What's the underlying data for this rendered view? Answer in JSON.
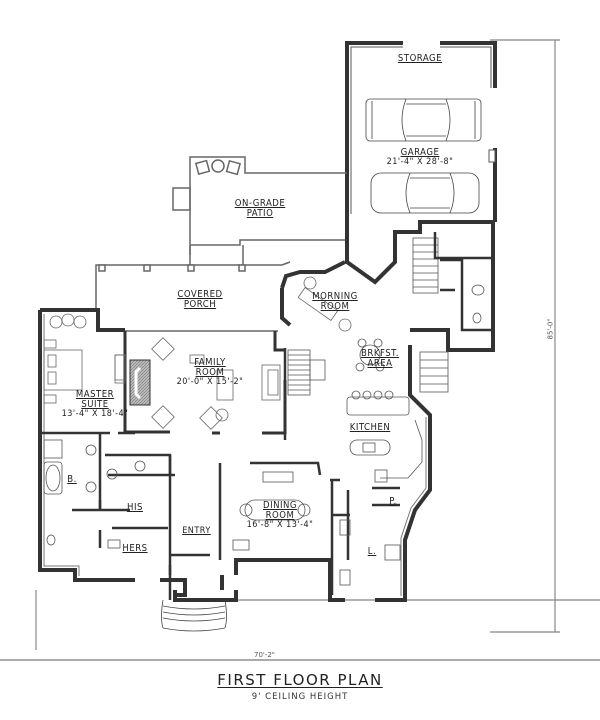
{
  "plan": {
    "title": "FIRST FLOOR PLAN",
    "subtitle": "9' CEILING HEIGHT",
    "overall_width": "70'-2\"",
    "overall_depth": "85'-0\""
  },
  "rooms": {
    "storage": {
      "name": "STORAGE"
    },
    "garage": {
      "name": "GARAGE",
      "dimensions": "21'-4\" X 28'-8\""
    },
    "patio": {
      "name_line1": "ON-GRADE",
      "name_line2": "PATIO"
    },
    "porch": {
      "name_line1": "COVERED",
      "name_line2": "PORCH"
    },
    "morning": {
      "name_line1": "MORNING",
      "name_line2": "ROOM"
    },
    "family": {
      "name_line1": "FAMILY",
      "name_line2": "ROOM",
      "dimensions": "20'-0\" X 15'-2\""
    },
    "master": {
      "name_line1": "MASTER",
      "name_line2": "SUITE",
      "dimensions": "13'-4\" X 18'-4\""
    },
    "brkfst": {
      "name_line1": "BRKFST.",
      "name_line2": "AREA"
    },
    "kitchen": {
      "name": "KITCHEN"
    },
    "bath": {
      "name": "B."
    },
    "his": {
      "name": "HIS"
    },
    "hers": {
      "name": "HERS"
    },
    "entry": {
      "name": "ENTRY"
    },
    "dining": {
      "name_line1": "DINING",
      "name_line2": "ROOM",
      "dimensions": "16'-8\" X 13'-4\""
    },
    "pantry": {
      "name": "P."
    },
    "laundry": {
      "name": "L."
    }
  }
}
